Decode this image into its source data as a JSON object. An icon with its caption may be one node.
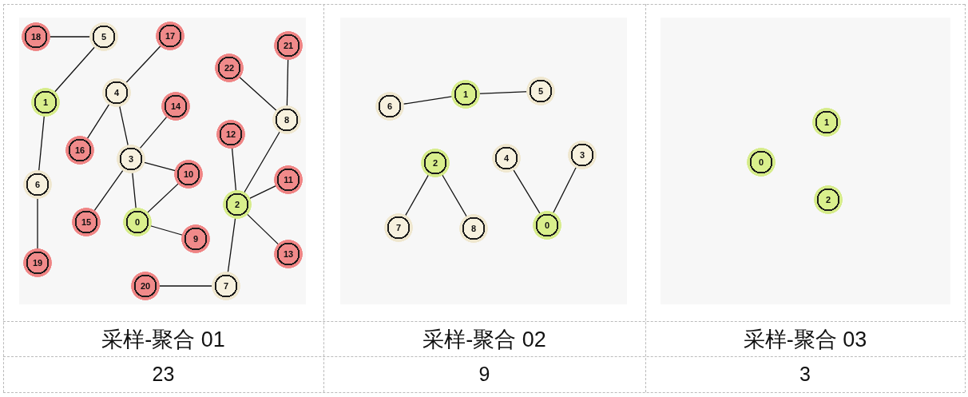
{
  "diagram": {
    "nodes": [
      {
        "text": [],
        "shape": "box"
      },
      {
        "text": [
          "0"
        ],
        "in": 0
      },
      {
        "text": [
          "1"
        ],
        "in": 0
      },
      {
        "text": [
          "2"
        ],
        "in": 0
      },
      {
        "text": [
          "3"
        ],
        "in": 0
      },
      {
        "text": [
          "4"
        ],
        "in": 0
      },
      {
        "text": [
          "5"
        ],
        "in": 0
      },
      {
        "text": [
          "6"
        ],
        "in": 0
      },
      {
        "text": [
          "7"
        ],
        "in": 0
      },
      {
        "text": [
          "8"
        ],
        "in": 0
      },
      {
        "text": [
          "9"
        ],
        "in": 0
      },
      {
        "text": [
          "10"
        ],
        "in": 0
      },
      {
        "text": [
          "11"
        ],
        "in": 0
      },
      {
        "text": [
          "12"
        ],
        "in": 0
      },
      {
        "text": [
          "13"
        ],
        "in": 0
      },
      {
        "text": [
          "14"
        ],
        "in": 0
      },
      {
        "text": [
          "15"
        ],
        "in": 0
      },
      {
        "text": [
          "16"
        ],
        "in": 0
      },
      {
        "text": [
          "17"
        ],
        "in": 0
      },
      {
        "text": [
          "18"
        ],
        "in": 0
      },
      {
        "text": [
          "19"
        ],
        "in": 0
      },
      {
        "text": [
          "20"
        ],
        "in": 0
      },
      {
        "text": [
          "21"
        ],
        "in": 0
      },
      {
        "text": [
          "22"
        ],
        "in": 0
      },
      {
        "text": [],
        "shape": "box"
      },
      {
        "text": [
          "0"
        ],
        "in": 24
      },
      {
        "text": [
          "1"
        ],
        "in": 24
      },
      {
        "text": [
          "2"
        ],
        "in": 24
      },
      {
        "text": [
          "3"
        ],
        "in": 24
      },
      {
        "text": [
          "4"
        ],
        "in": 24
      },
      {
        "text": [
          "5"
        ],
        "in": 24
      },
      {
        "text": [
          "6"
        ],
        "in": 24
      },
      {
        "text": [
          "7"
        ],
        "in": 24
      },
      {
        "text": [
          "8"
        ],
        "in": 24
      },
      {
        "text": [],
        "shape": "box"
      },
      {
        "text": [
          "0"
        ],
        "in": 34
      },
      {
        "text": [
          "1"
        ],
        "in": 34
      },
      {
        "text": [
          "2"
        ],
        "in": 34
      }
    ],
    "edges": [
      {
        "from": 19,
        "to": 6,
        "arrow": "none"
      },
      {
        "from": 6,
        "to": 2,
        "arrow": "none"
      },
      {
        "from": 2,
        "to": 7,
        "arrow": "none"
      },
      {
        "from": 7,
        "to": 20,
        "arrow": "none"
      },
      {
        "from": 18,
        "to": 5,
        "arrow": "none"
      },
      {
        "from": 5,
        "to": 17,
        "arrow": "none"
      },
      {
        "from": 5,
        "to": 4,
        "arrow": "none"
      },
      {
        "from": 4,
        "to": 15,
        "arrow": "none"
      },
      {
        "from": 4,
        "to": 11,
        "arrow": "none"
      },
      {
        "from": 4,
        "to": 16,
        "arrow": "none"
      },
      {
        "from": 4,
        "to": 1,
        "arrow": "none"
      },
      {
        "from": 1,
        "to": 11,
        "arrow": "none"
      },
      {
        "from": 1,
        "to": 10,
        "arrow": "none"
      },
      {
        "from": 23,
        "to": 9,
        "arrow": "none"
      },
      {
        "from": 22,
        "to": 9,
        "arrow": "none"
      },
      {
        "from": 9,
        "to": 3,
        "arrow": "none"
      },
      {
        "from": 13,
        "to": 3,
        "arrow": "none"
      },
      {
        "from": 3,
        "to": 12,
        "arrow": "none"
      },
      {
        "from": 3,
        "to": 14,
        "arrow": "none"
      },
      {
        "from": 3,
        "to": 8,
        "arrow": "none"
      },
      {
        "from": 21,
        "to": 8,
        "arrow": "none"
      },
      {
        "from": 31,
        "to": 26,
        "arrow": "none"
      },
      {
        "from": 26,
        "to": 30,
        "arrow": "none"
      },
      {
        "from": 27,
        "to": 32,
        "arrow": "none"
      },
      {
        "from": 27,
        "to": 33,
        "arrow": "none"
      },
      {
        "from": 29,
        "to": 25,
        "arrow": "none"
      },
      {
        "from": 28,
        "to": 25,
        "arrow": "none"
      }
    ],
    "labels": [
      "采样-聚合 01",
      "采样-聚合 02",
      "采样-聚合 03",
      "23",
      "9",
      "3"
    ]
  }
}
